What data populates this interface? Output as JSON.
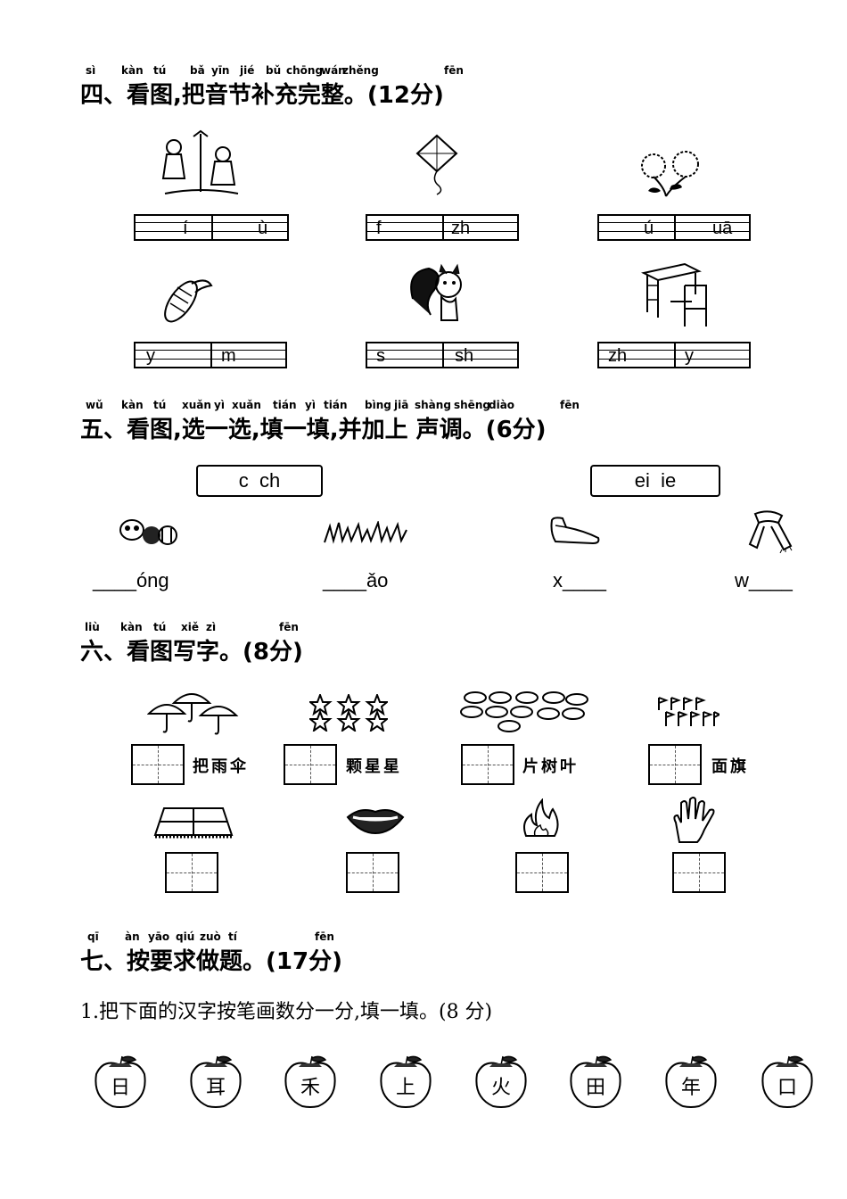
{
  "section4": {
    "pinyin": {
      "p1": "sì",
      "p2": "kàn",
      "p3": "tú",
      "p4": "bǎ",
      "p5": "yīn",
      "p6": "jié",
      "p7": "bǔ",
      "p8": "chōng",
      "p9": "wán",
      "p10": "zhěng",
      "p11": "fēn"
    },
    "title": "四、看图,把音节补充完整。(12分)",
    "items": [
      {
        "a": "í",
        "b": "ù"
      },
      {
        "a": "f",
        "b": "zh"
      },
      {
        "a": "ú",
        "b": "uā"
      },
      {
        "a": "y",
        "b": "m"
      },
      {
        "a": "s",
        "b": "sh"
      },
      {
        "a": "zh",
        "b": "y"
      }
    ]
  },
  "section5": {
    "pinyin": {
      "p1": "wǔ",
      "p2": "kàn",
      "p3": "tú",
      "p4": "xuǎn",
      "p5": "yì",
      "p6": "xuǎn",
      "p7": "tián",
      "p8": "yì",
      "p9": "tián",
      "p10": "bìng",
      "p11": "jiā",
      "p12": "shàng",
      "p13": "shēng",
      "p14": "diào",
      "p15": "fēn"
    },
    "title": "五、看图,选一选,填一填,并加上 声调。(6分)",
    "choice1": "c  ch",
    "choice2": "ei  ie",
    "blanks": [
      "____óng",
      "____ǎo",
      "x____",
      "w____"
    ]
  },
  "section6": {
    "pinyin": {
      "p1": "liù",
      "p2": "kàn",
      "p3": "tú",
      "p4": "xiě",
      "p5": "zì",
      "p6": "fēn"
    },
    "title": "六、看图写字。(8分)",
    "words": [
      "把雨伞",
      "颗星星",
      "片树叶",
      "面旗"
    ]
  },
  "section7": {
    "pinyin": {
      "p1": "qī",
      "p2": "àn",
      "p3": "yāo",
      "p4": "qiú",
      "p5": "zuò",
      "p6": "tí",
      "p7": "fēn"
    },
    "title": "七、按要求做题。(17分)",
    "task1": "1.把下面的汉字按笔画数分一分,填一填。(8 分)",
    "apples": [
      "日",
      "耳",
      "禾",
      "上",
      "火",
      "田",
      "年",
      "口"
    ]
  }
}
